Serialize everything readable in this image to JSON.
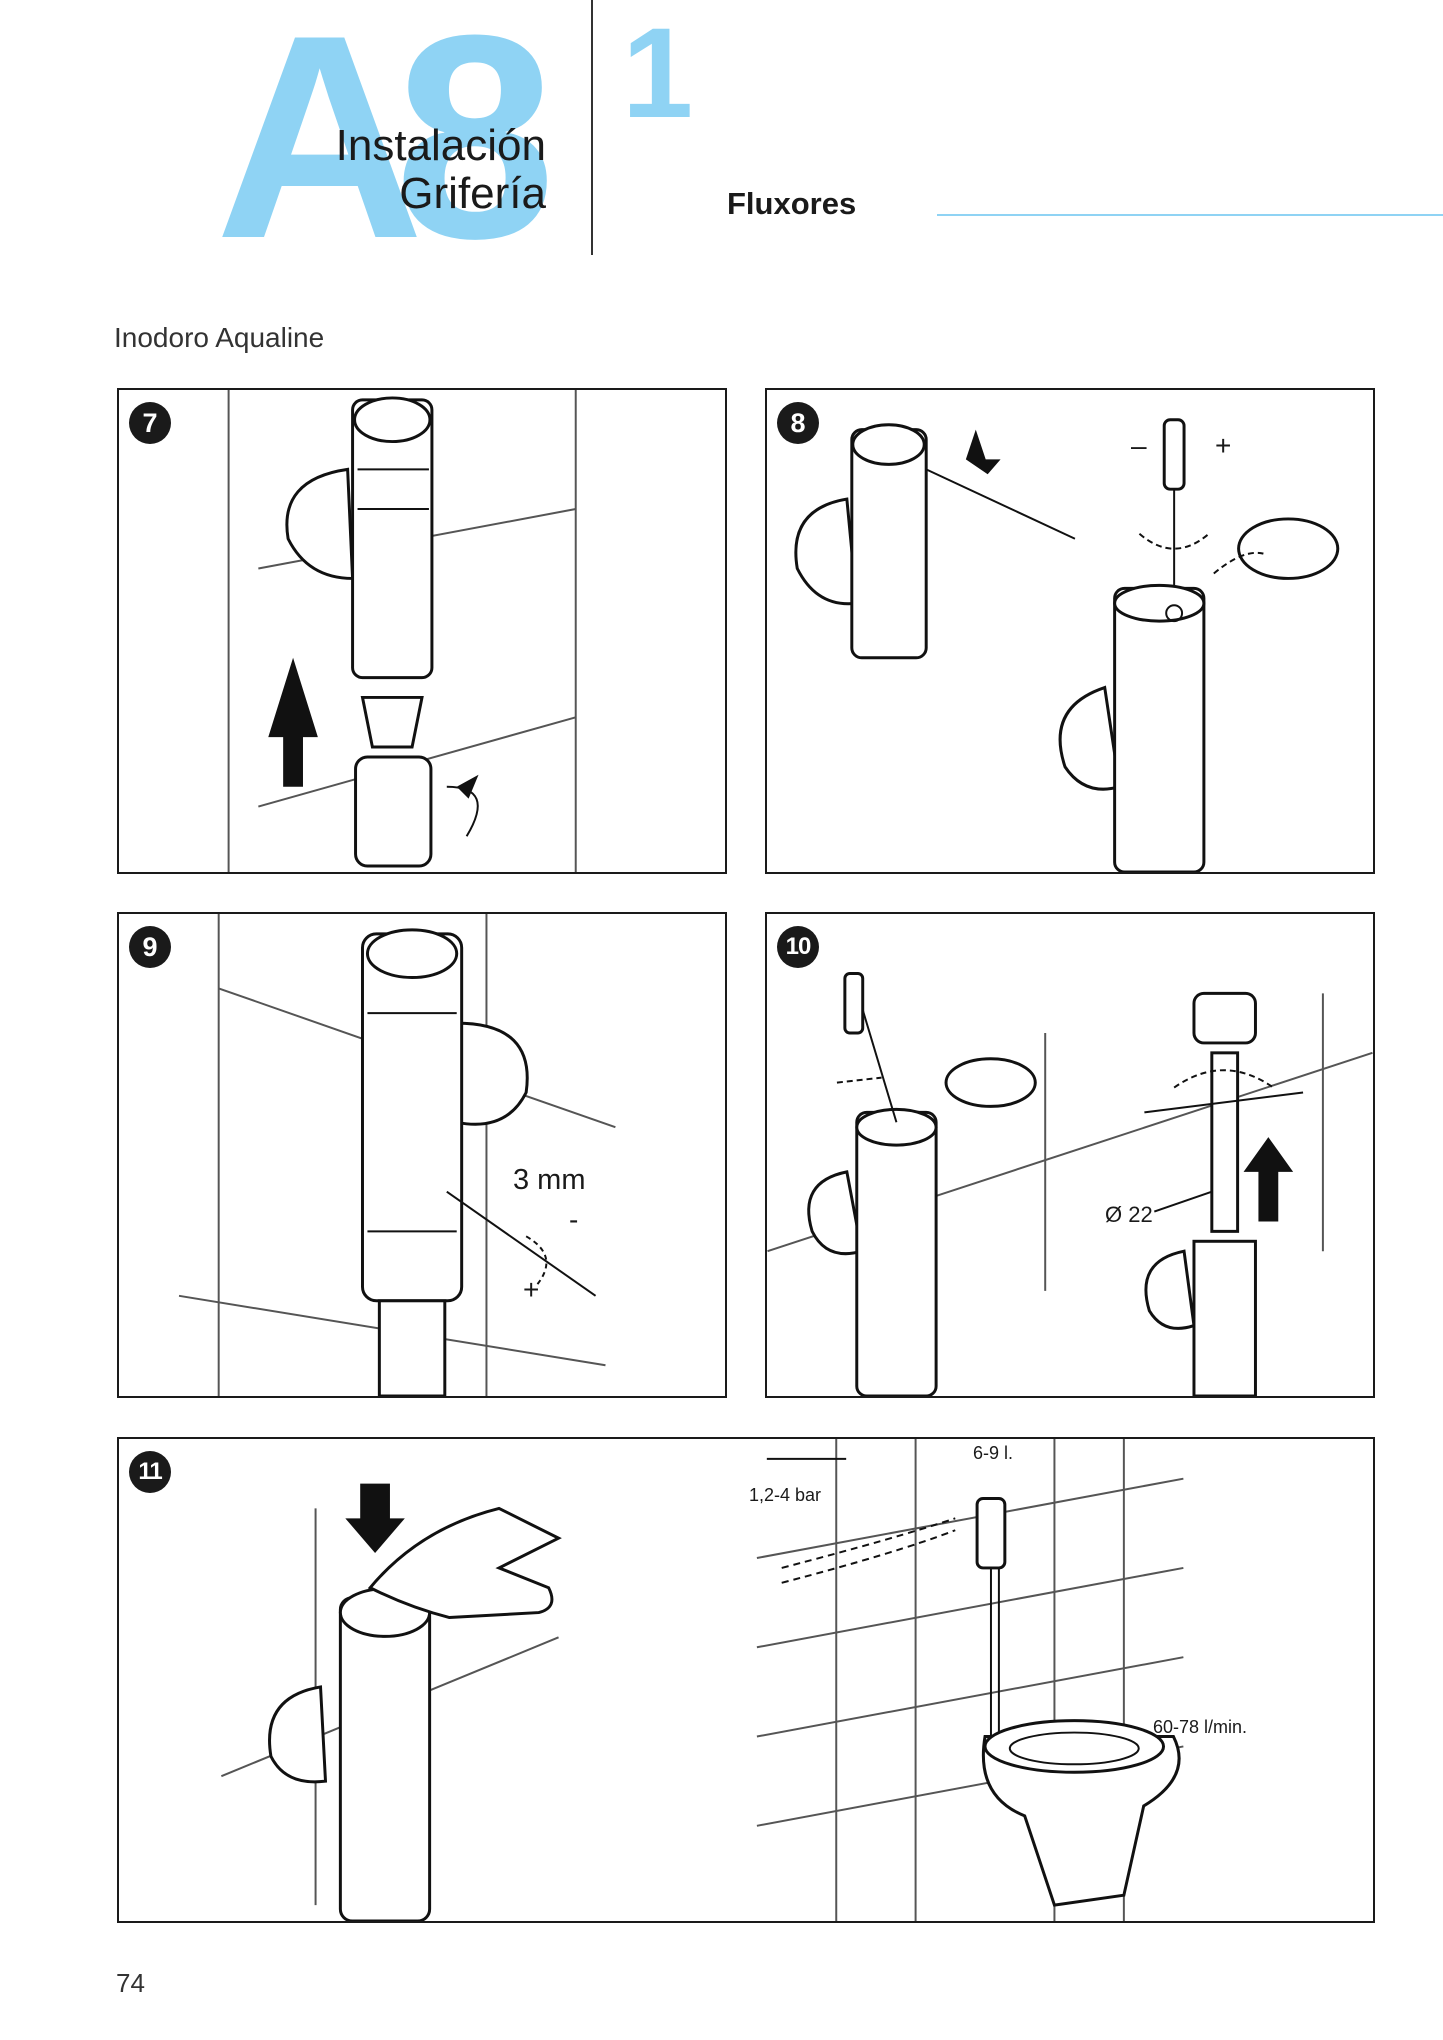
{
  "header": {
    "chapter_code": "A8",
    "chapter_title_lines": [
      "Instalación",
      "Grifería"
    ],
    "section_number": "1",
    "section_title": "Fluxores"
  },
  "subtitle": "Inodoro Aqualine",
  "steps": [
    {
      "number": "7",
      "labels": []
    },
    {
      "number": "8",
      "labels": [
        "–",
        "+"
      ]
    },
    {
      "number": "9",
      "labels": [
        "3 mm",
        "-",
        "+"
      ]
    },
    {
      "number": "10",
      "labels": [
        "Ø 22"
      ]
    },
    {
      "number": "11",
      "labels": [
        "1,2-4 bar",
        "6-9 l.",
        "60-78 l/min."
      ]
    }
  ],
  "page_number": "74",
  "colors": {
    "accent": "#8fd3f4",
    "ink": "#1a1a1a"
  }
}
